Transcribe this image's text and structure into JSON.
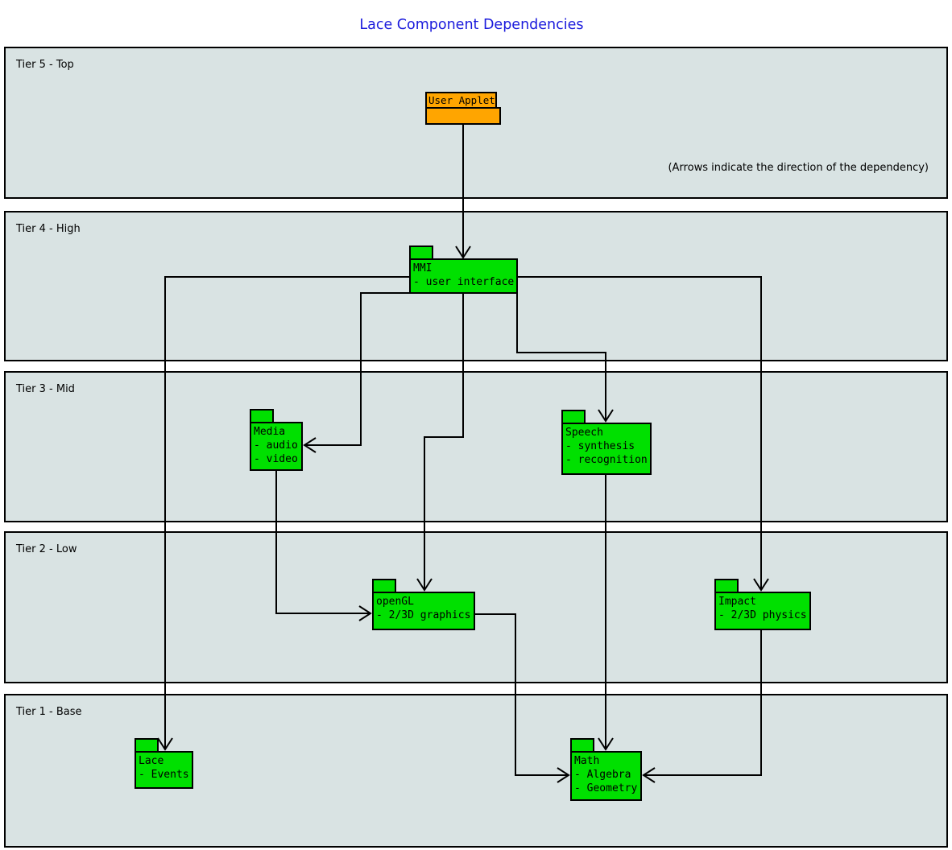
{
  "title": "Lace Component Dependencies",
  "annotation": "(Arrows indicate the direction of the dependency)",
  "colors": {
    "tier_background": "#d9e3e3",
    "component_green": "#00e000",
    "component_orange": "#ffa500",
    "title_blue": "#1a1adc",
    "edge_black": "#000000"
  },
  "tiers": [
    {
      "label": "Tier 5 - Top"
    },
    {
      "label": "Tier 4 - High"
    },
    {
      "label": "Tier 3 - Mid"
    },
    {
      "label": "Tier 2 - Low"
    },
    {
      "label": "Tier 1 - Base"
    }
  ],
  "components": {
    "user_applet": {
      "name": "User Applet",
      "lines": []
    },
    "mmi": {
      "name": "MMI",
      "lines": [
        "- user interface"
      ]
    },
    "media": {
      "name": "Media",
      "lines": [
        "- audio",
        "- video"
      ]
    },
    "speech": {
      "name": "Speech",
      "lines": [
        "- synthesis",
        "- recognition"
      ]
    },
    "opengl": {
      "name": "openGL",
      "lines": [
        "- 2/3D graphics"
      ]
    },
    "impact": {
      "name": "Impact",
      "lines": [
        "- 2/3D physics"
      ]
    },
    "lace": {
      "name": "Lace",
      "lines": [
        "- Events"
      ]
    },
    "math": {
      "name": "Math",
      "lines": [
        "- Algebra",
        "- Geometry"
      ]
    }
  },
  "edges": [
    {
      "from": "User Applet",
      "to": "MMI"
    },
    {
      "from": "MMI",
      "to": "Media"
    },
    {
      "from": "MMI",
      "to": "Speech"
    },
    {
      "from": "MMI",
      "to": "openGL"
    },
    {
      "from": "MMI",
      "to": "Impact"
    },
    {
      "from": "MMI",
      "to": "Lace"
    },
    {
      "from": "Media",
      "to": "openGL"
    },
    {
      "from": "Speech",
      "to": "Math"
    },
    {
      "from": "openGL",
      "to": "Math"
    },
    {
      "from": "Impact",
      "to": "Math"
    }
  ]
}
